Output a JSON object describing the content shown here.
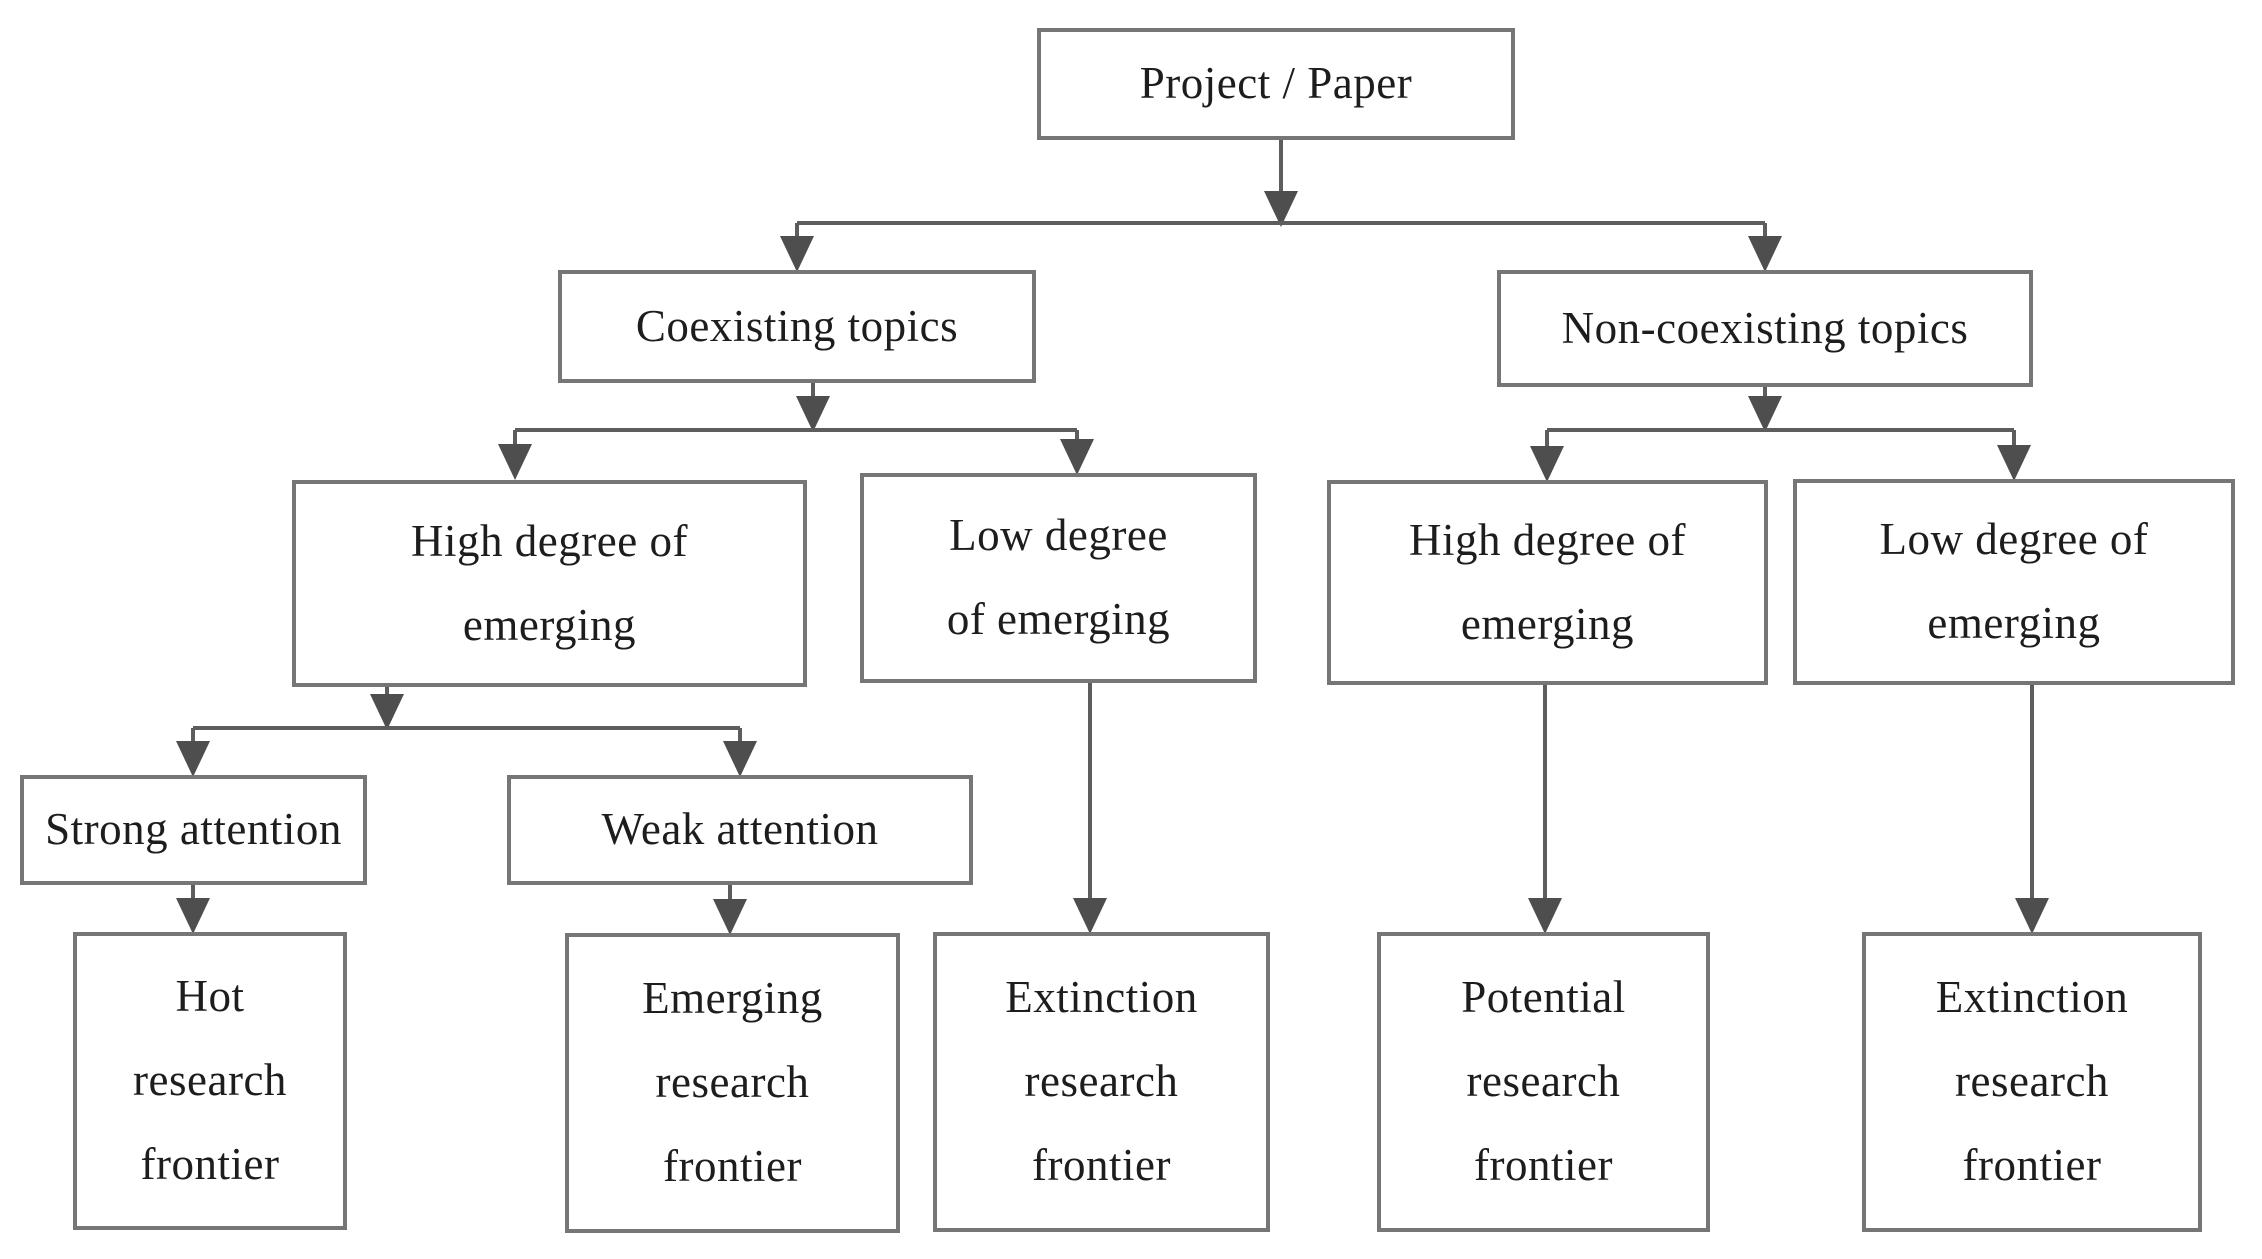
{
  "figure": {
    "type": "flowchart",
    "description": "Decision tree classifying research frontiers by topic coexistence, degree of emerging and attention"
  },
  "colors": {
    "background": "#ffffff",
    "box_border": "#767676",
    "connector_line": "#5d5d5d",
    "arrowhead_fill": "#4e4e4e",
    "text": "#1d1d1d"
  },
  "nodes": {
    "root": {
      "label": "Project / Paper"
    },
    "coexisting": {
      "label": "Coexisting topics"
    },
    "non_coexisting": {
      "label": "Non-coexisting topics"
    },
    "high_emerging_co": {
      "label": "High degree of\nemerging"
    },
    "low_emerging_co": {
      "label": "Low degree\nof emerging"
    },
    "high_emerging_non": {
      "label": "High degree of\nemerging"
    },
    "low_emerging_non": {
      "label": "Low degree of\nemerging"
    },
    "strong_attention": {
      "label": "Strong attention"
    },
    "weak_attention": {
      "label": "Weak attention"
    },
    "hot_frontier": {
      "label": "Hot\nresearch\nfrontier"
    },
    "emerging_frontier": {
      "label": "Emerging\nresearch\nfrontier"
    },
    "extinction_frontier_co": {
      "label": "Extinction\nresearch\nfrontier"
    },
    "potential_frontier": {
      "label": "Potential\nresearch\nfrontier"
    },
    "extinction_frontier_non": {
      "label": "Extinction\nresearch\nfrontier"
    }
  },
  "edges": [
    {
      "from": "root",
      "to": "coexisting"
    },
    {
      "from": "root",
      "to": "non_coexisting"
    },
    {
      "from": "coexisting",
      "to": "high_emerging_co"
    },
    {
      "from": "coexisting",
      "to": "low_emerging_co"
    },
    {
      "from": "non_coexisting",
      "to": "high_emerging_non"
    },
    {
      "from": "non_coexisting",
      "to": "low_emerging_non"
    },
    {
      "from": "high_emerging_co",
      "to": "strong_attention"
    },
    {
      "from": "high_emerging_co",
      "to": "weak_attention"
    },
    {
      "from": "strong_attention",
      "to": "hot_frontier"
    },
    {
      "from": "weak_attention",
      "to": "emerging_frontier"
    },
    {
      "from": "low_emerging_co",
      "to": "extinction_frontier_co"
    },
    {
      "from": "high_emerging_non",
      "to": "potential_frontier"
    },
    {
      "from": "low_emerging_non",
      "to": "extinction_frontier_non"
    }
  ]
}
